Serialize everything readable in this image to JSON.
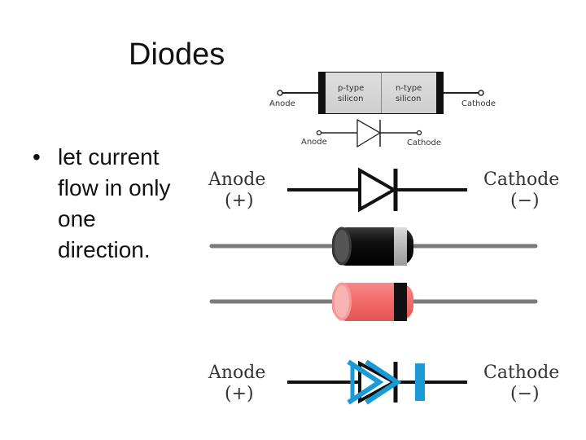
{
  "title": "Diodes",
  "bullet": "let current flow in only one direction.",
  "junction_diagram": {
    "p_label_line1": "p-type",
    "p_label_line2": "silicon",
    "n_label_line1": "n-type",
    "n_label_line2": "silicon",
    "anode_label": "Anode",
    "cathode_label": "Cathode"
  },
  "small_symbol": {
    "anode_label": "Anode",
    "cathode_label": "Cathode"
  },
  "symbol_top": {
    "anode_label": "Anode",
    "anode_polarity": "(+)",
    "cathode_label": "Cathode",
    "cathode_polarity": "(−)"
  },
  "symbol_bottom": {
    "anode_label": "Anode",
    "anode_polarity": "(+)",
    "cathode_label": "Cathode",
    "cathode_polarity": "(−)"
  },
  "colors": {
    "black_body": "#111111",
    "red_body": "#f36a6a",
    "lead_gray": "#7a7a7a",
    "flow_blue": "#1a9ad6"
  }
}
